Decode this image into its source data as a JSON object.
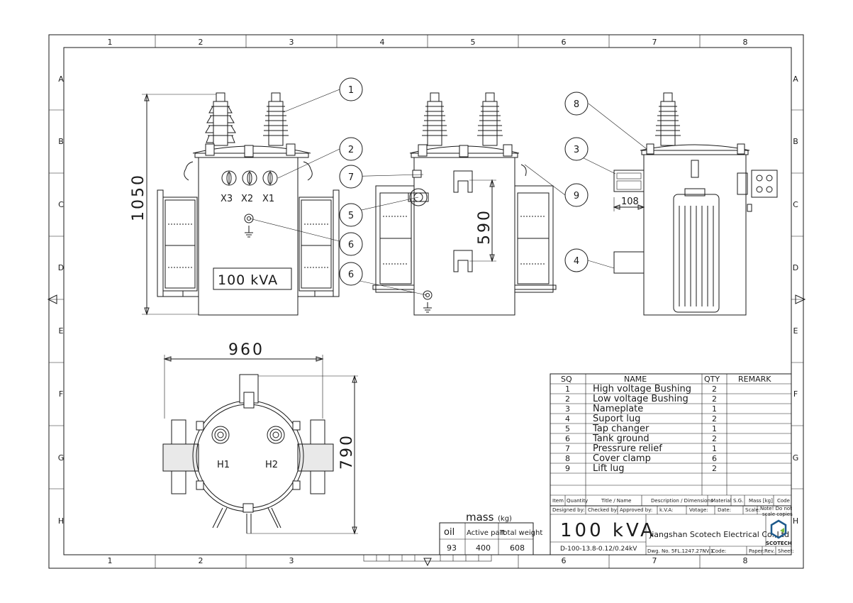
{
  "grid": {
    "columns": [
      "1",
      "2",
      "3",
      "4",
      "5",
      "6",
      "7",
      "8"
    ],
    "rows": [
      "A",
      "B",
      "C",
      "D",
      "E",
      "F",
      "G",
      "H"
    ]
  },
  "front_view": {
    "terminals": [
      "X3",
      "X2",
      "X1"
    ],
    "rating": "100 kVA",
    "height_dim": "1050"
  },
  "side_view": {
    "dim": "590"
  },
  "back_view": {
    "dim": "108"
  },
  "top_view": {
    "width_dim": "960",
    "depth_dim": "790",
    "terminals": [
      "H1",
      "H2"
    ]
  },
  "callouts": [
    "1",
    "2",
    "7",
    "5",
    "6",
    "6",
    "8",
    "3",
    "9",
    "4"
  ],
  "parts_table": {
    "headers": [
      "SQ",
      "NAME",
      "QTY",
      "REMARK"
    ],
    "rows": [
      {
        "sq": "1",
        "name": "High voltage Bushing",
        "qty": "2"
      },
      {
        "sq": "2",
        "name": "Low voltage Bushing",
        "qty": "2"
      },
      {
        "sq": "3",
        "name": "Nameplate",
        "qty": "1"
      },
      {
        "sq": "4",
        "name": "Suport lug",
        "qty": "2"
      },
      {
        "sq": "5",
        "name": "Tap changer",
        "qty": "1"
      },
      {
        "sq": "6",
        "name": "Tank ground",
        "qty": "2"
      },
      {
        "sq": "7",
        "name": "Pressrure relief",
        "qty": "1"
      },
      {
        "sq": "8",
        "name": "Cover clamp",
        "qty": "6"
      },
      {
        "sq": "9",
        "name": "Lift lug",
        "qty": "2"
      }
    ],
    "footer_labels": [
      "Item",
      "Quantity",
      "Title / Name",
      "Description / Dimensions",
      "Material",
      "S.G.",
      "Mass [kg]",
      "Code"
    ]
  },
  "title_block": {
    "designed_by": "Designed by:",
    "checked_by": "Checked by:",
    "approved_by": "Approved by:",
    "kva_label": "k.V.A:",
    "voltage_label": "Votage:",
    "date_label": "Date:",
    "scale_label": "Scale:",
    "note": "Note! Do not",
    "note2": "scale copies",
    "rating": "100 kVA",
    "model": "D-100-13.8-0.12/0.24kV",
    "company": "Jiangshan Scotech Electrical Co.,Ltd",
    "dwg_no": "Dwg. No. 5FL.1247.27NV.1",
    "code_label": "Code:",
    "paper_label": "Paper:",
    "rev_label": "Rev.",
    "sheet_label": "Sheet:",
    "logo_text": "SCOTECH",
    "logo_color": "#1e5a8c",
    "logo_accent": "#7bbf3a"
  },
  "mass_table": {
    "title": "mass",
    "unit": "(kg)",
    "headers": [
      "oil",
      "Active part",
      "Total weight"
    ],
    "values": [
      "93",
      "400",
      "608"
    ]
  }
}
